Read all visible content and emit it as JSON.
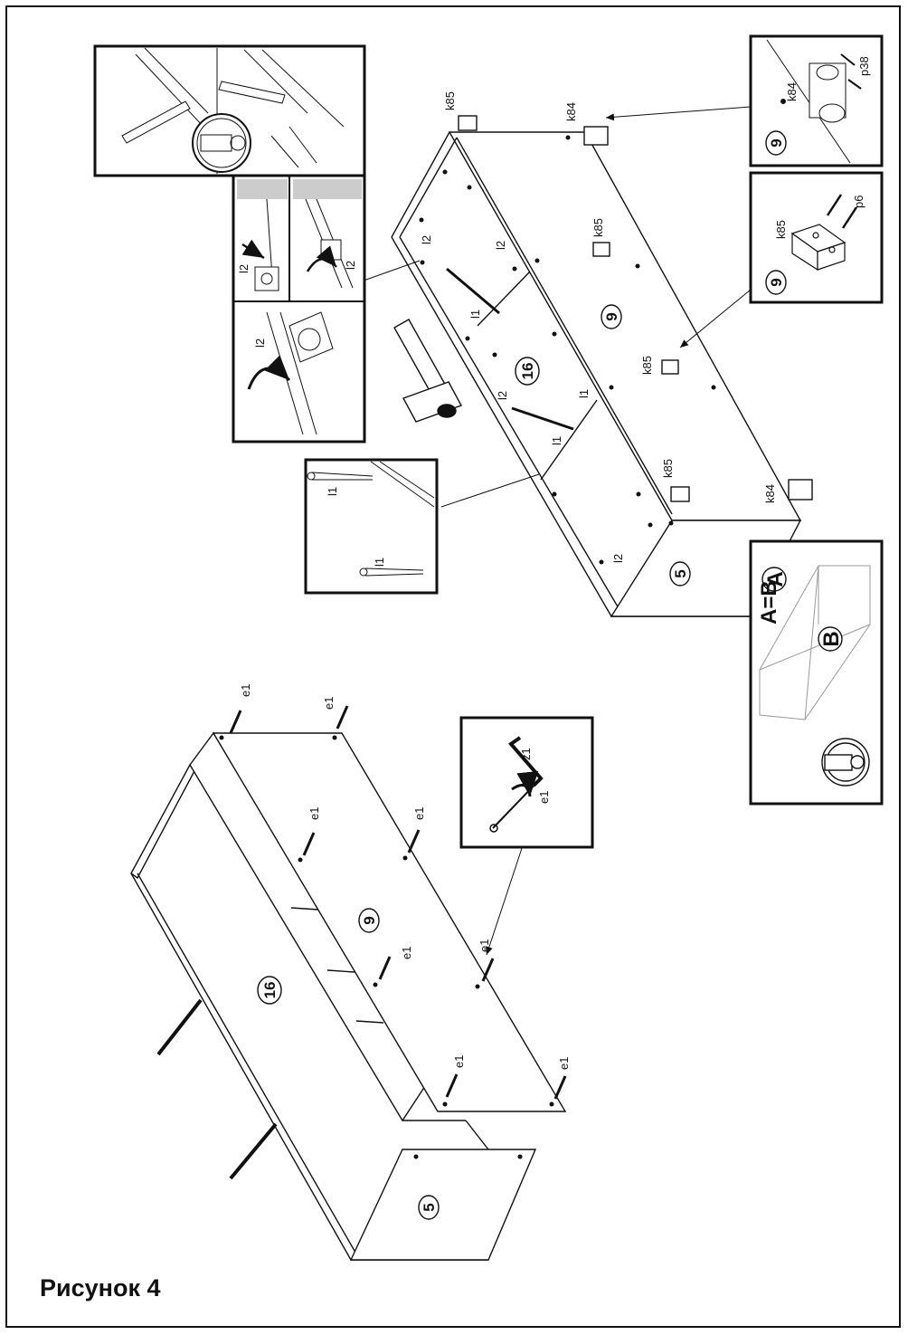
{
  "caption": "Рисунок 4",
  "parts": {
    "p5": "5",
    "p9": "9",
    "p16": "16"
  },
  "hardware": {
    "e1": "e1",
    "k84": "k84",
    "k85": "k85",
    "l1": "l1",
    "l2": "l2",
    "p6": "p6",
    "p38": "p38",
    "z1": "z1"
  },
  "square_check": {
    "equation": "A=B",
    "a": "A",
    "b": "B"
  },
  "colors": {
    "ink": "#111111",
    "light": "#bbbbbb",
    "paper": "#ffffff"
  }
}
